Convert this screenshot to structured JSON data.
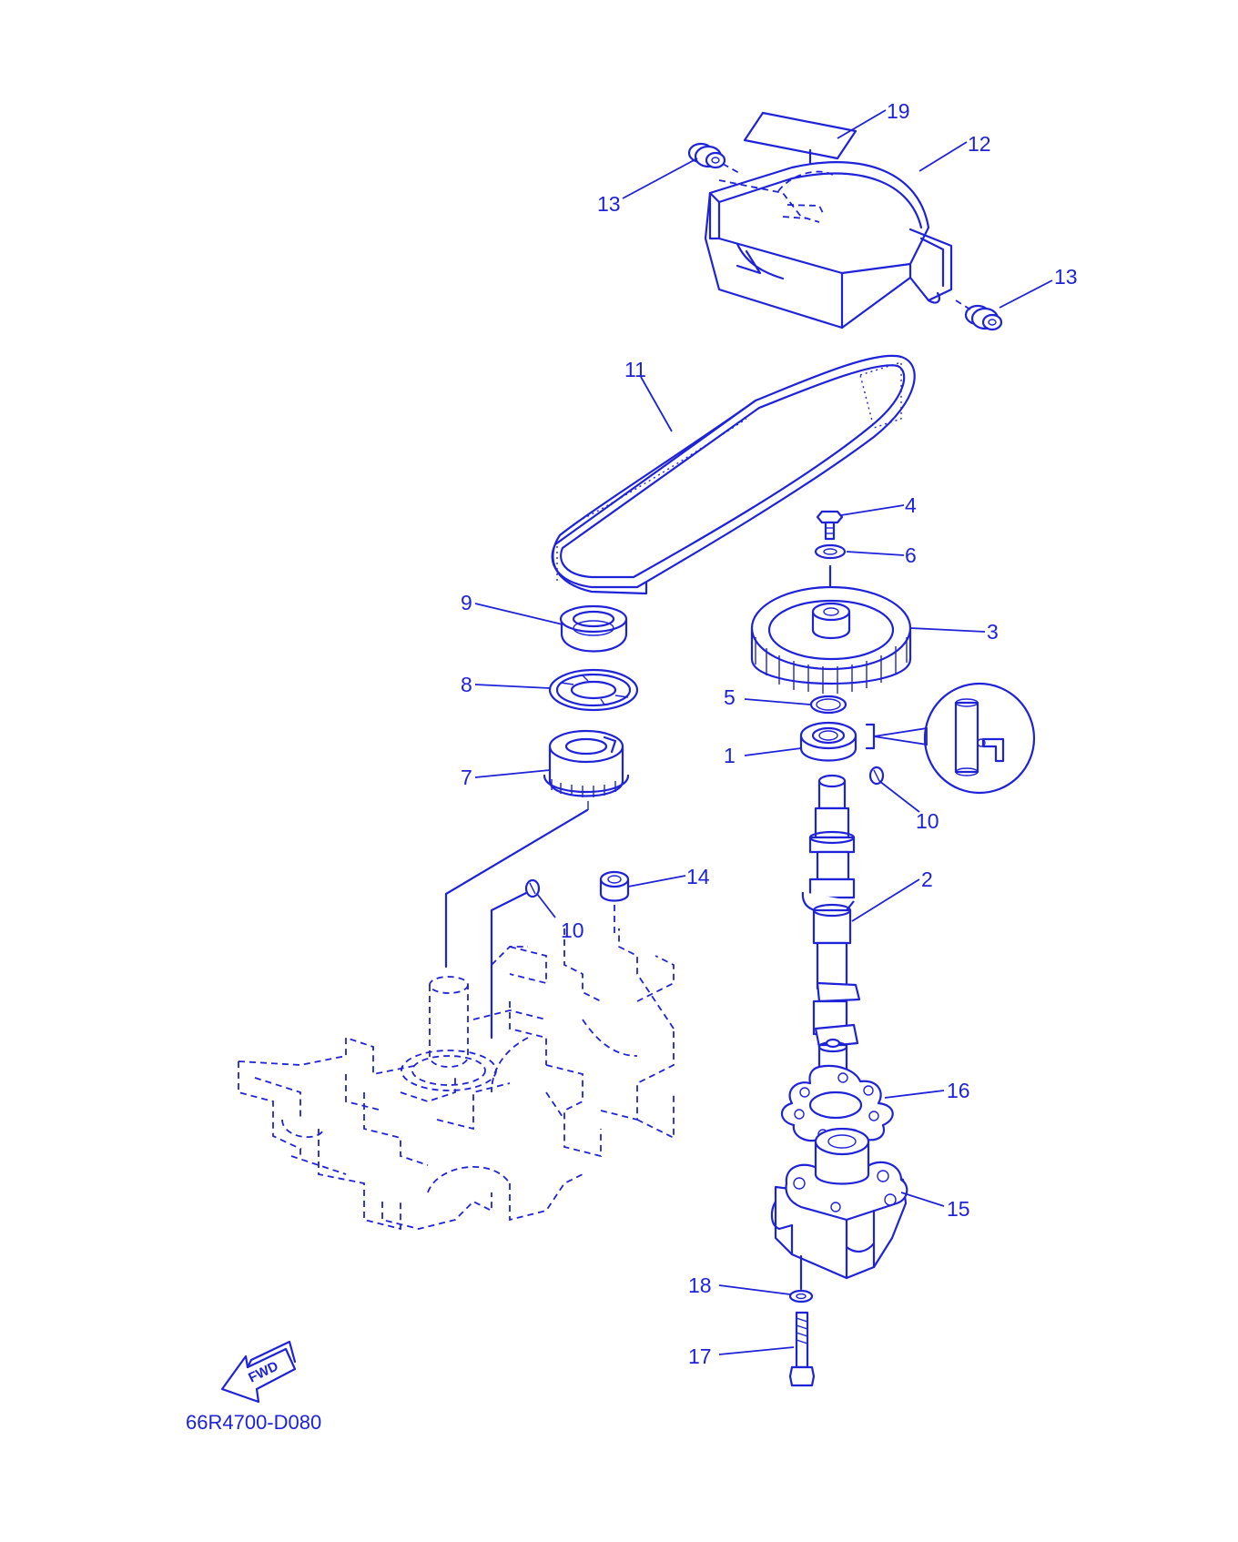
{
  "diagram": {
    "drawing_code": "66R4700-D080",
    "fwd_label": "FWD",
    "ink_color": "#1e22d8",
    "background_color": "#ffffff",
    "callouts": {
      "c1": "1",
      "c2": "2",
      "c3": "3",
      "c4": "4",
      "c5": "5",
      "c6": "6",
      "c7": "7",
      "c8": "8",
      "c9": "9",
      "c10a": "10",
      "c10b": "10",
      "c11": "11",
      "c12": "12",
      "c13a": "13",
      "c13b": "13",
      "c14": "14",
      "c15": "15",
      "c16": "16",
      "c17": "17",
      "c18": "18",
      "c19": "19"
    }
  }
}
